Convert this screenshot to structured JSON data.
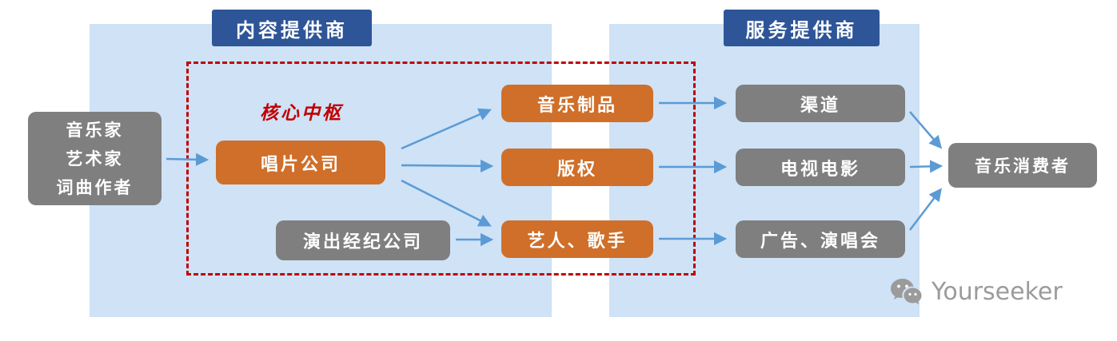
{
  "headers": {
    "content_provider": "内容提供商",
    "service_provider": "服务提供商"
  },
  "core_hub_label": "核心中枢",
  "nodes": {
    "creators": "音乐家\n艺术家\n词曲作者",
    "record_company": "唱片公司",
    "performance_agency": "演出经纪公司",
    "music_products": "音乐制品",
    "copyright": "版权",
    "artists_singers": "艺人、歌手",
    "channel": "渠道",
    "tv_film": "电视电影",
    "ads_concerts": "广告、演唱会",
    "music_consumers": "音乐消费者"
  },
  "watermark": {
    "brand": "Yourseeker"
  },
  "colors": {
    "panel_bg": "#cfe2f6",
    "header_bg": "#2e5597",
    "orange": "#cf6f2a",
    "gray": "#7f7f7f",
    "red": "#c00000",
    "arrow": "#5b9bd5",
    "watermark_text": "#9b9b9b"
  }
}
